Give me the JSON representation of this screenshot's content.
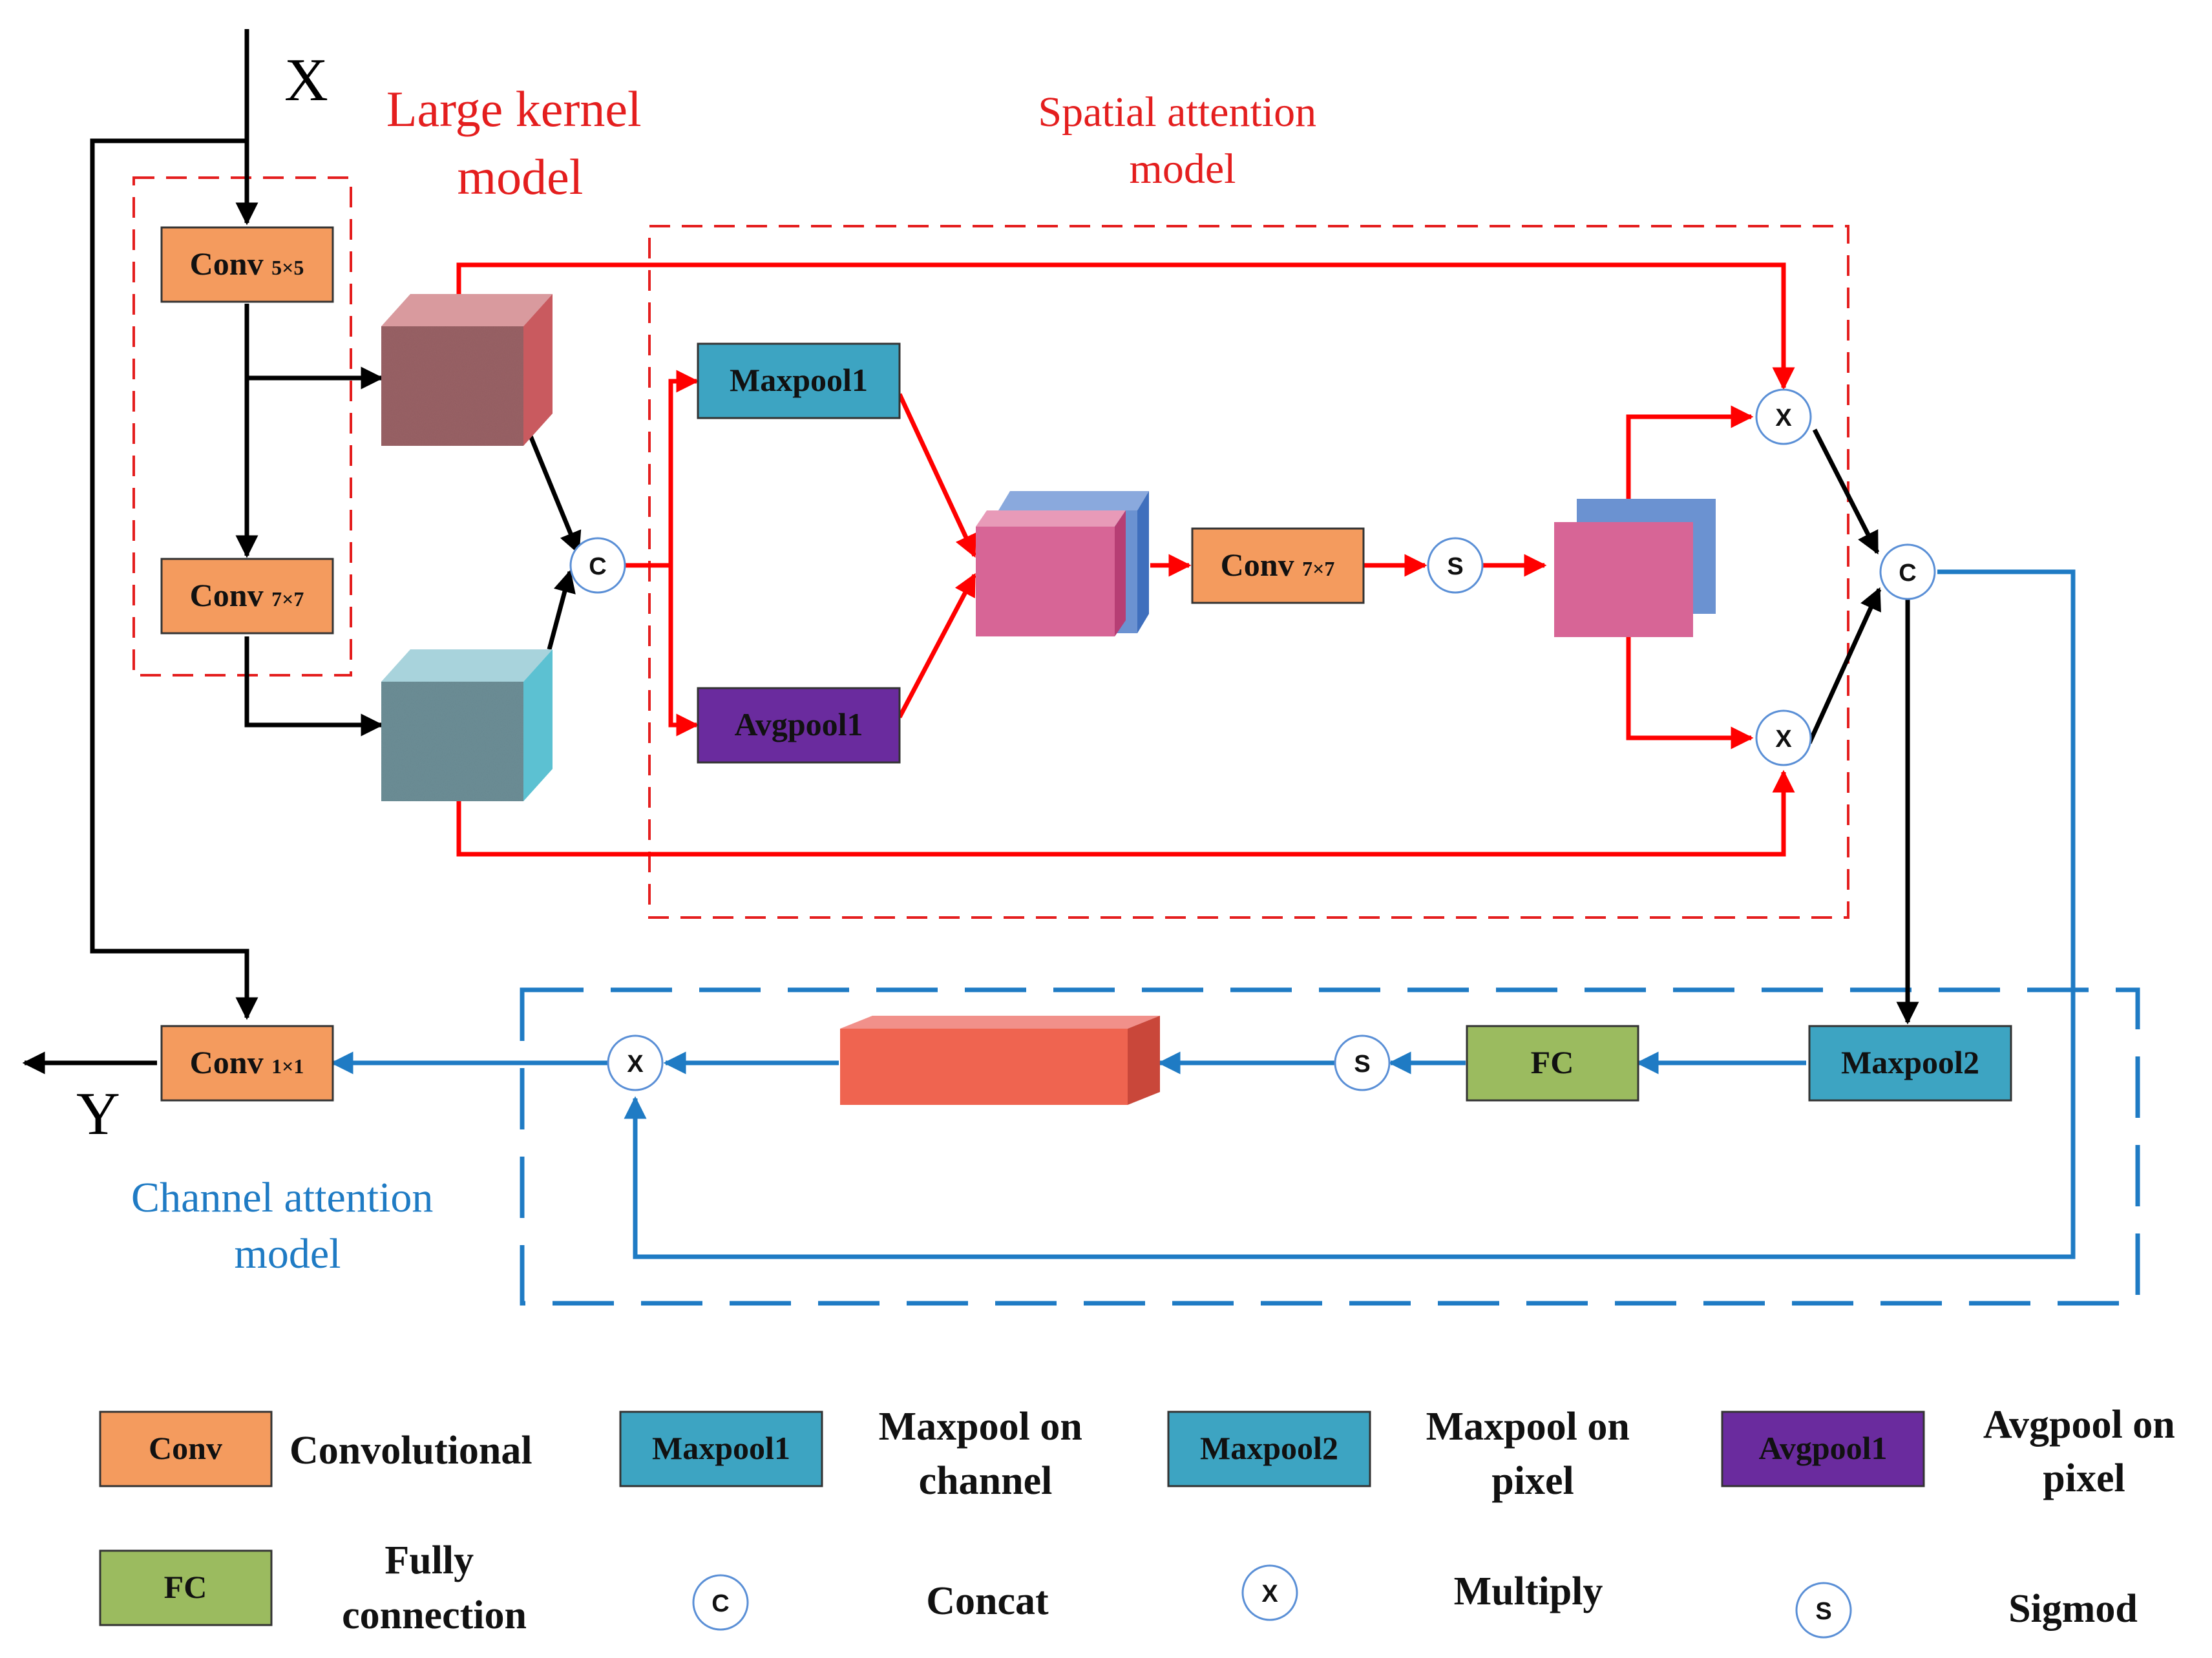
{
  "io": {
    "input": "X",
    "output": "Y"
  },
  "titles": {
    "large_kernel": [
      "Large kernel",
      "model"
    ],
    "spatial": [
      "Spatial attention",
      "model"
    ],
    "channel": [
      "Channel attention",
      "model"
    ]
  },
  "blocks": {
    "conv5": {
      "name": "Conv",
      "sub": "5×5"
    },
    "conv7": {
      "name": "Conv",
      "sub": "7×7"
    },
    "conv7b": {
      "name": "Conv",
      "sub": "7×7"
    },
    "conv1": {
      "name": "Conv",
      "sub": "1×1"
    },
    "maxpool1": "Maxpool1",
    "avgpool1": "Avgpool1",
    "maxpool2": "Maxpool2",
    "fc": "FC"
  },
  "ops": {
    "concat": "C",
    "multiply": "X",
    "sigmoid": "S"
  },
  "legend": {
    "conv": {
      "box": "Conv",
      "desc": "Convolutional"
    },
    "maxpool1": {
      "box": "Maxpool1",
      "desc": [
        "Maxpool on",
        "channel"
      ]
    },
    "maxpool2": {
      "box": "Maxpool2",
      "desc": [
        "Maxpool on",
        "pixel"
      ]
    },
    "avgpool1": {
      "box": "Avgpool1",
      "desc": [
        "Avgpool on",
        "pixel"
      ]
    },
    "fc": {
      "box": "FC",
      "desc": [
        "Fully",
        "connection"
      ]
    },
    "concat": {
      "symbol": "C",
      "desc": "Concat"
    },
    "multiply": {
      "symbol": "X",
      "desc": "Multiply"
    },
    "sigmoid": {
      "symbol": "S",
      "desc": "Sigmod"
    }
  },
  "colors": {
    "conv": "#f49b5e",
    "maxpool": "#3da4c2",
    "avgpool": "#6a2b9e",
    "fc": "#9bbb5f",
    "spatial_flow": "#ff0000",
    "channel_flow": "#1f7bc4",
    "main_flow": "#000000"
  }
}
